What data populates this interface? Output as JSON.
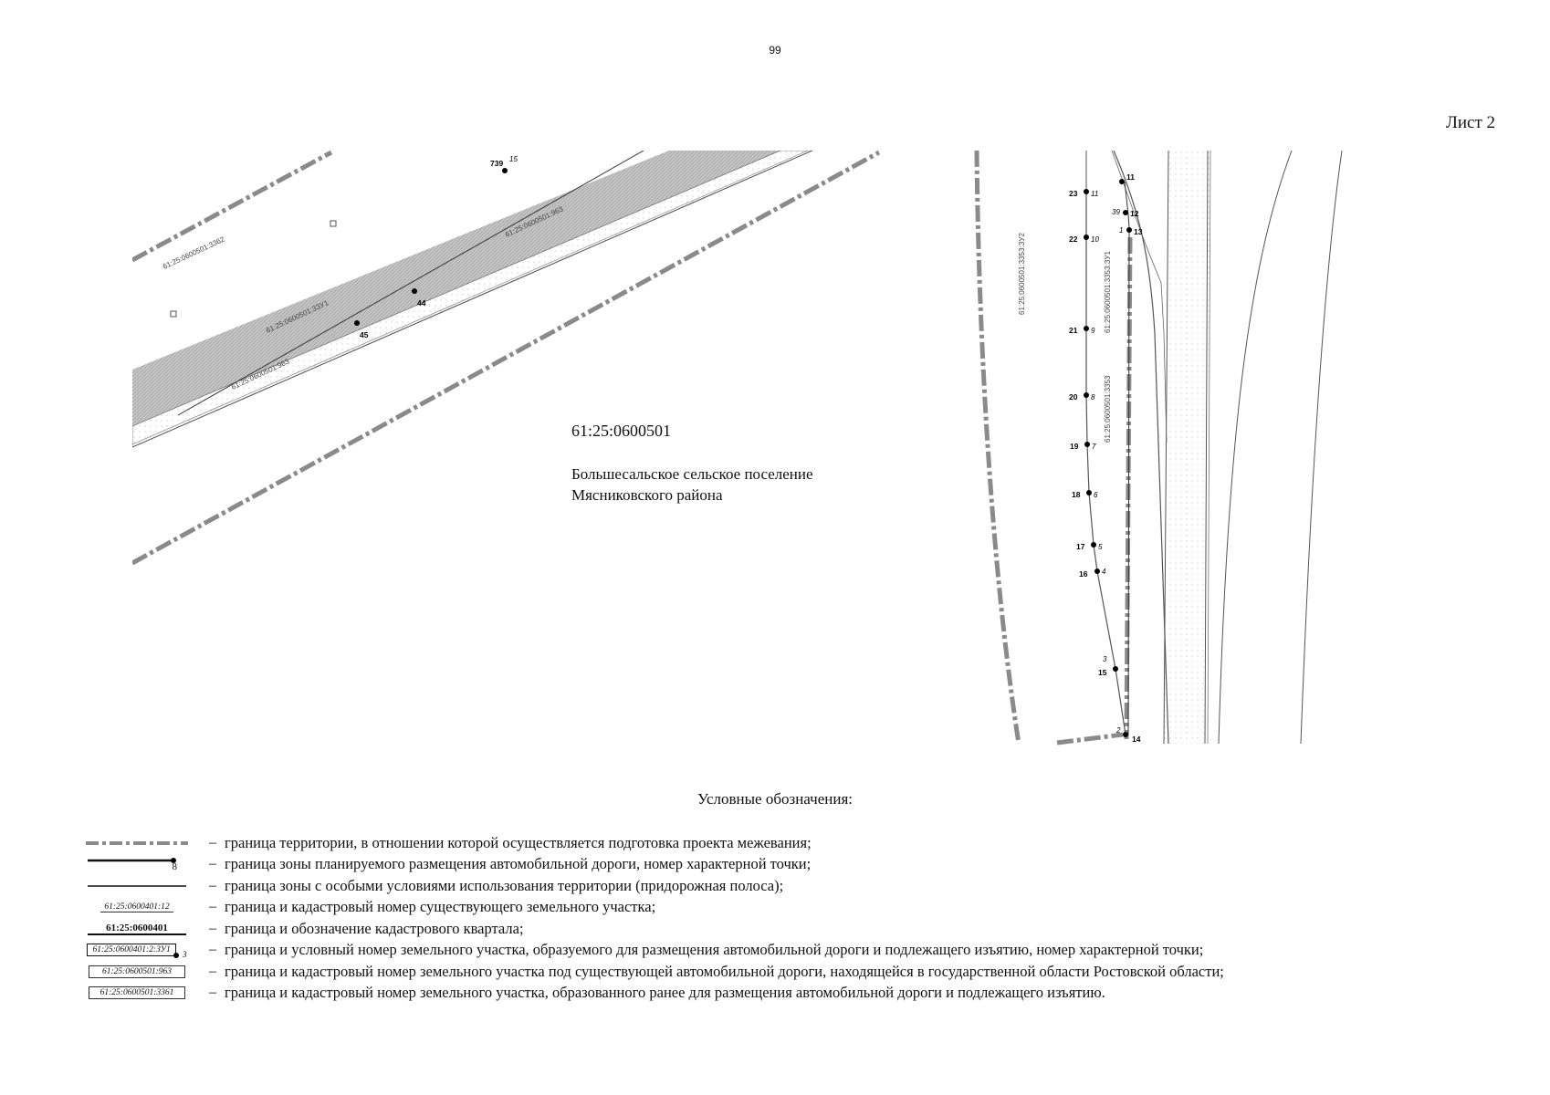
{
  "page_number": "99",
  "sheet_label": "Лист 2",
  "map": {
    "quarter_number": "61:25:0600501",
    "settlement_line1": "Большесальское сельское поселение",
    "settlement_line2": "Мясниковского района",
    "parcel_labels": {
      "p3362": "61:25:0600501:3362",
      "zu1_left": "61:25:0600501:3ЗУ1",
      "p963_upper": "61:25:0600501:963",
      "p963_lower": "61:25:0600501:963",
      "zu2_right": "61:25:0600501:3353:ЗУ2",
      "zu1_right": "61:25:0600501:3353:ЗУ1",
      "p3353": "61:25:0600501:3353"
    },
    "left_points": [
      {
        "number": "739",
        "sub": "15"
      },
      {
        "number": "44",
        "sub": ""
      },
      {
        "number": "45",
        "sub": ""
      }
    ],
    "right_points": [
      {
        "number": "23",
        "sub": "11"
      },
      {
        "number": "22",
        "sub": "10"
      },
      {
        "number": "21",
        "sub": "9"
      },
      {
        "number": "20",
        "sub": "8"
      },
      {
        "number": "19",
        "sub": "7"
      },
      {
        "number": "18",
        "sub": "6"
      },
      {
        "number": "17",
        "sub": "5"
      },
      {
        "number": "16",
        "sub": "4"
      },
      {
        "number": "15",
        "sub": "3"
      },
      {
        "number": "14",
        "sub": "2"
      },
      {
        "number": "13",
        "sub": "1"
      },
      {
        "number": "12",
        "sub": "39"
      },
      {
        "number": "11",
        "sub": ""
      }
    ]
  },
  "legend": {
    "title": "Условные обозначения:",
    "dash": "–",
    "items": [
      {
        "symbol_text": "",
        "text": "граница территории, в отношении которой осуществляется подготовка проекта межевания;"
      },
      {
        "symbol_text": "8",
        "text": "граница зоны планируемого размещения автомобильной дороги, номер характерной точки;"
      },
      {
        "symbol_text": "",
        "text": "граница зоны с особыми условиями использования территории (придорожная полоса);"
      },
      {
        "symbol_text": "61:25:0600401:12",
        "text": "граница и кадастровый номер существующего земельного участка;"
      },
      {
        "symbol_text": "61:25:0600401",
        "text": "граница и обозначение кадастрового квартала;"
      },
      {
        "symbol_text": "61:25:0600401:2:ЗУ1",
        "symbol_sub": "3",
        "text": "граница и условный номер земельного участка, образуемого для размещения автомобильной дороги и подлежащего изъятию, номер характерной точки;"
      },
      {
        "symbol_text": "61:25:0600501:963",
        "text": "граница и кадастровый номер земельного участка под существующей автомобильной дороги, находящейся в государственной области Ростовской области;"
      },
      {
        "symbol_text": "61:25:0600501:3361",
        "text": "граница и кадастровый номер земельного участка, образованного ранее для размещения автомобильной дороги и подлежащего изъятию."
      }
    ]
  },
  "colors": {
    "fill": "#bdbdbd",
    "line": "#555555",
    "boundary": "#8a8a8a"
  }
}
